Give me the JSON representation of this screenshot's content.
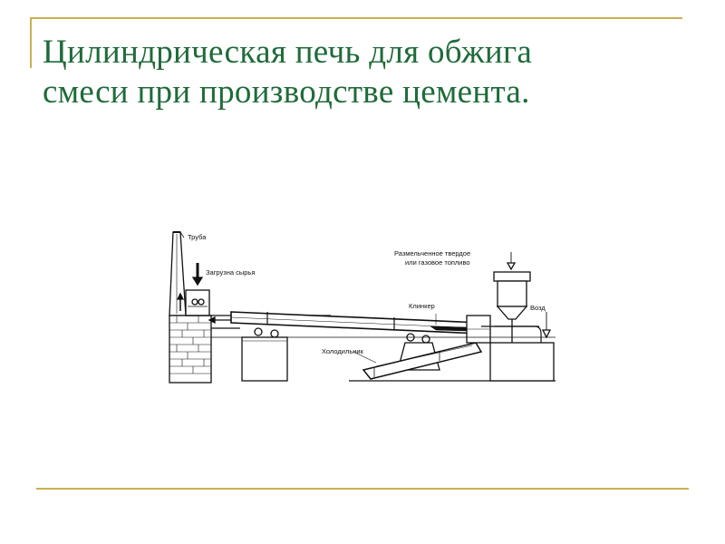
{
  "colors": {
    "title": "#1f6b3a",
    "rule": "#c9b04f",
    "ink": "#111111"
  },
  "slide": {
    "title_line1": "Цилиндрическая печь для обжига",
    "title_line2": "смеси при производстве цемента."
  },
  "diagram": {
    "labels": {
      "pipe": "Труба",
      "raw_loading": "Загрузна сырья",
      "fuel_line1": "Размельченное твердое",
      "fuel_line2": "или газовое топливо",
      "clinker": "Клинкер",
      "air": "Возд",
      "cooler": "Холодильник"
    }
  }
}
